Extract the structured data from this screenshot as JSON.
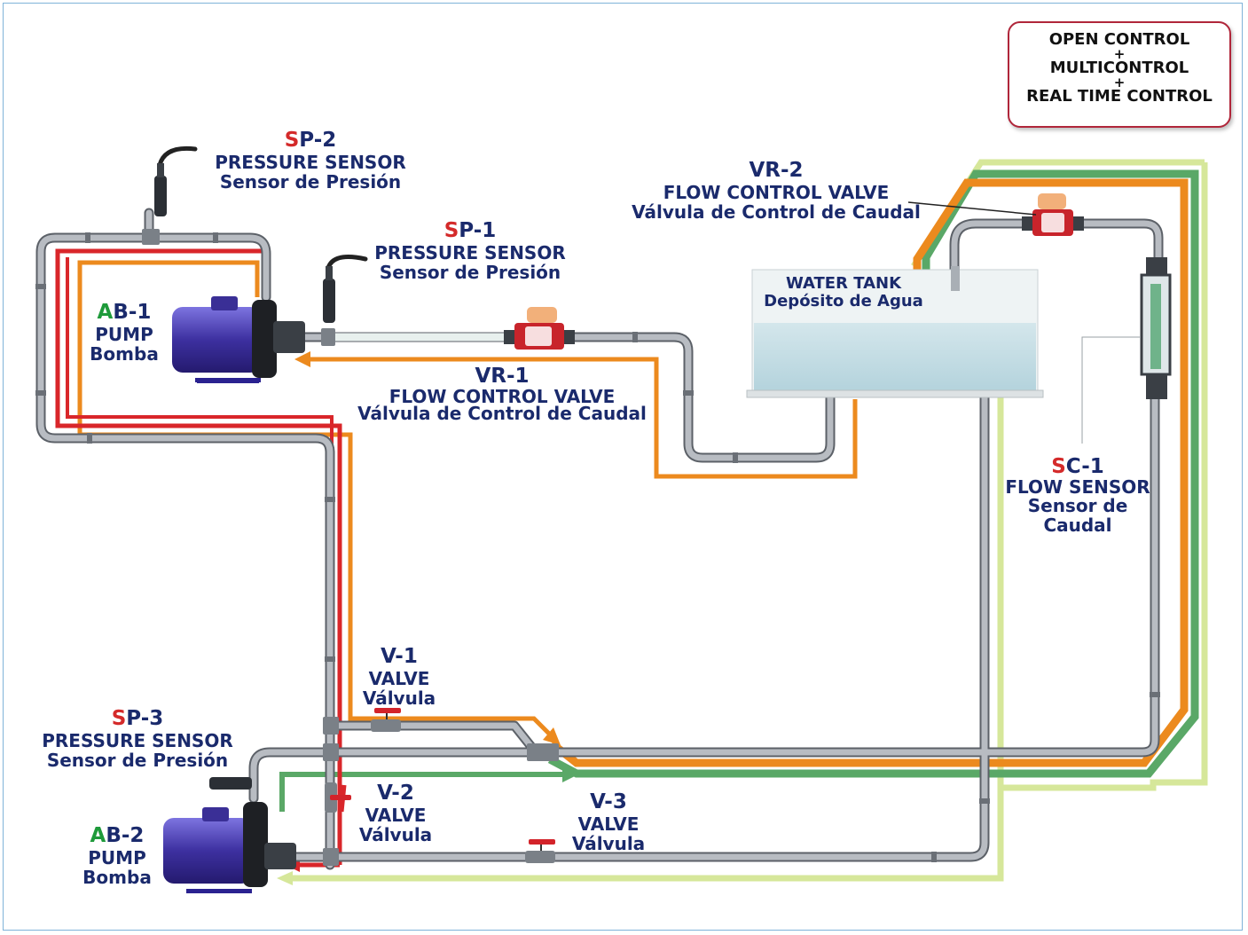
{
  "control_box": {
    "line1": "OPEN CONTROL",
    "plus1": "+",
    "line2": "MULTICONTROL",
    "plus2": "+",
    "line3": "REAL TIME CONTROL"
  },
  "components": {
    "sp2": {
      "prefix": "S",
      "code": "P-2",
      "en": "PRESSURE SENSOR",
      "es": "Sensor de Presión"
    },
    "sp1": {
      "prefix": "S",
      "code": "P-1",
      "en": "PRESSURE SENSOR",
      "es": "Sensor de Presión"
    },
    "sp3": {
      "prefix": "S",
      "code": "P-3",
      "en": "PRESSURE SENSOR",
      "es": "Sensor de Presión"
    },
    "ab1": {
      "prefix": "A",
      "code": "B-1",
      "en": "PUMP",
      "es": "Bomba"
    },
    "ab2": {
      "prefix": "A",
      "code": "B-2",
      "en": "PUMP",
      "es": "Bomba"
    },
    "vr1": {
      "code": "VR-1",
      "en": "FLOW CONTROL VALVE",
      "es": "Válvula de Control de Caudal"
    },
    "vr2": {
      "code": "VR-2",
      "en": "FLOW CONTROL VALVE",
      "es": "Válvula de Control de Caudal"
    },
    "tank": {
      "en": "WATER TANK",
      "es": "Depósito de Agua"
    },
    "sc1": {
      "prefix": "S",
      "code": "C-1",
      "en": "FLOW SENSOR",
      "es1": "Sensor de",
      "es2": "Caudal"
    },
    "v1": {
      "code": "V-1",
      "en": "VALVE",
      "es": "Válvula"
    },
    "v2": {
      "code": "V-2",
      "en": "VALVE",
      "es": "Válvula"
    },
    "v3": {
      "code": "V-3",
      "en": "VALVE",
      "es": "Válvula"
    }
  },
  "colors": {
    "pipe": "#b8bcc2",
    "pipe_edge": "#5c6168",
    "flow_red": "#d9262a",
    "flow_orange": "#ec8a1e",
    "flow_green": "#5aa867",
    "flow_lightgreen": "#d6e79a",
    "pump_body": "#4b3fb0",
    "label_blue": "#1a2a6c",
    "prefix_red": "#d42a2a",
    "prefix_green": "#1e9a3a"
  }
}
